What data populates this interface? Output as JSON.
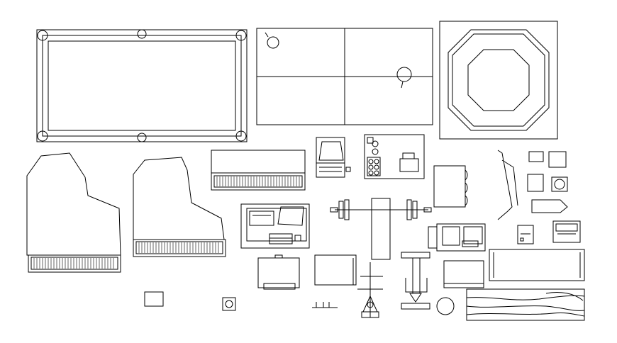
{
  "drawing": {
    "ink_color": "#000000",
    "background": "#ffffff",
    "symbols": [
      {
        "name": "pool-table"
      },
      {
        "name": "tennis-court"
      },
      {
        "name": "octagon-boxing-ring"
      },
      {
        "name": "grand-piano-large"
      },
      {
        "name": "grand-piano-small"
      },
      {
        "name": "upright-keyboard"
      },
      {
        "name": "television-monitor"
      },
      {
        "name": "game-table-console"
      },
      {
        "name": "loudspeaker-cabinet"
      },
      {
        "name": "barbell-bench"
      },
      {
        "name": "desk-computer-station"
      },
      {
        "name": "arcade-machine"
      },
      {
        "name": "suitcase-case"
      },
      {
        "name": "flat-panel-cabinet"
      },
      {
        "name": "weight-machine"
      },
      {
        "name": "exercise-station"
      },
      {
        "name": "small-cabinet"
      },
      {
        "name": "tv-stand"
      },
      {
        "name": "long-counter"
      },
      {
        "name": "wood-grain-board"
      },
      {
        "name": "radio-device"
      },
      {
        "name": "speaker-small"
      },
      {
        "name": "trophy-stand"
      }
    ]
  }
}
